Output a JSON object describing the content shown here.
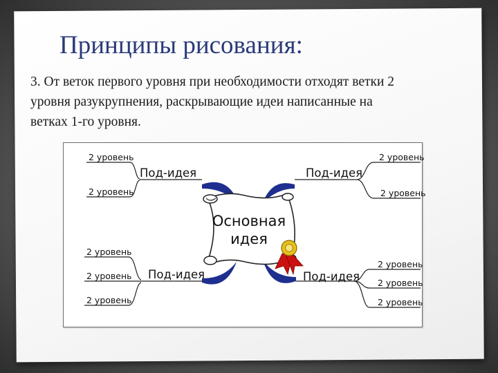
{
  "slide": {
    "title": "Принципы рисования:",
    "description": "3. От веток первого уровня при необходимости отходят ветки 2 уровня разукрупнения, раскрывающие идеи написанные на ветках 1-го уровня."
  },
  "diagram": {
    "central_idea": [
      "Основная",
      "идея"
    ],
    "branches": {
      "top_left": {
        "label": "Под-идея",
        "sub": [
          "2 уровень",
          "2 уровень"
        ]
      },
      "top_right": {
        "label": "Под-идея",
        "sub": [
          "2 уровень",
          "2 уровень"
        ]
      },
      "bottom_left": {
        "label": "Под-идея",
        "sub": [
          "2 уровень",
          "2 уровень",
          "2 уровень"
        ]
      },
      "bottom_right": {
        "label": "Под-идея",
        "sub": [
          "2 уровень",
          "2 уровень",
          "2 уровень"
        ]
      }
    },
    "colors": {
      "branch": "#1f2f8f",
      "line": "#222222",
      "ribbon": "#cc1111",
      "seal": "#e8c21a"
    }
  }
}
